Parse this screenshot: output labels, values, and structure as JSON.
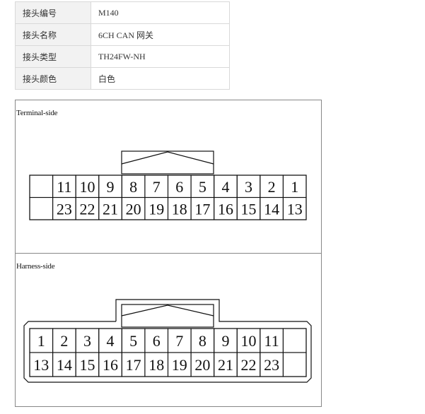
{
  "info_rows": [
    {
      "label": "接头编号",
      "value": "M140"
    },
    {
      "label": "接头名称",
      "value": "6CH CAN 网关"
    },
    {
      "label": "接头类型",
      "value": "TH24FW-NH"
    },
    {
      "label": "接头颜色",
      "value": "白色"
    }
  ],
  "terminal_side": {
    "title": "Terminal-side",
    "row1": [
      "",
      "11",
      "10",
      "9",
      "8",
      "7",
      "6",
      "5",
      "4",
      "3",
      "2",
      "1"
    ],
    "row2": [
      "",
      "23",
      "22",
      "21",
      "20",
      "19",
      "18",
      "17",
      "16",
      "15",
      "14",
      "13"
    ]
  },
  "harness_side": {
    "title": "Harness-side",
    "row1": [
      "1",
      "2",
      "3",
      "4",
      "5",
      "6",
      "7",
      "8",
      "9",
      "10",
      "11",
      ""
    ],
    "row2": [
      "13",
      "14",
      "15",
      "16",
      "17",
      "18",
      "19",
      "20",
      "21",
      "22",
      "23",
      ""
    ]
  }
}
